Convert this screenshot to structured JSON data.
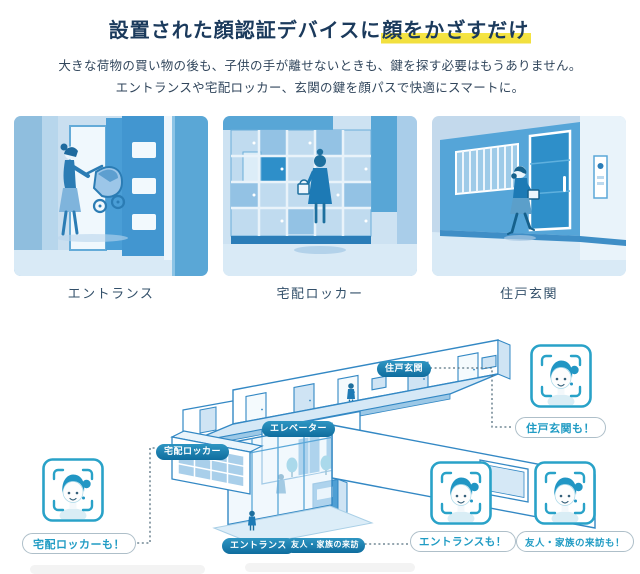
{
  "page_title": {
    "prefix": "設置された顔認証デバイスに",
    "highlighted": "顔をかざすだけ"
  },
  "description": {
    "line1": "大きな荷物の買い物の後も、子供の手が離せないときも、鍵を探す必要はもうありません。",
    "line2": "エントランスや宅配ロッカー、玄関の鍵を顔パスで快適にスマートに。"
  },
  "panels": [
    {
      "id": "entrance",
      "caption": "エントランス"
    },
    {
      "id": "delivery-locker",
      "caption": "宅配ロッカー"
    },
    {
      "id": "unit-entrance",
      "caption": "住戸玄関"
    }
  ],
  "floorplan": {
    "pill_labels": {
      "unit_entrance": "住戸玄関",
      "elevator": "エレベーター",
      "delivery_locker": "宅配ロッカー",
      "entrance": "エントランス",
      "visitors": "友人・家族の来訪"
    },
    "callouts": {
      "unit_entrance": "住戸玄関も！",
      "delivery_locker": "宅配ロッカーも！",
      "entrance": "エントランスも！",
      "visitors": "友人・家族の来訪も！"
    }
  },
  "icons": {
    "face_scan": "face-scan-icon"
  },
  "colors": {
    "title_text": "#1b3a5c",
    "highlight_yellow": "#f6e544",
    "body_text": "#31465c",
    "illustration_blue": "#4f9fd4",
    "illustration_light": "#cde2f2",
    "pill_background": "#0f6d9e",
    "callout_teal": "#219cc4",
    "outline_blue": "#3388c4"
  }
}
